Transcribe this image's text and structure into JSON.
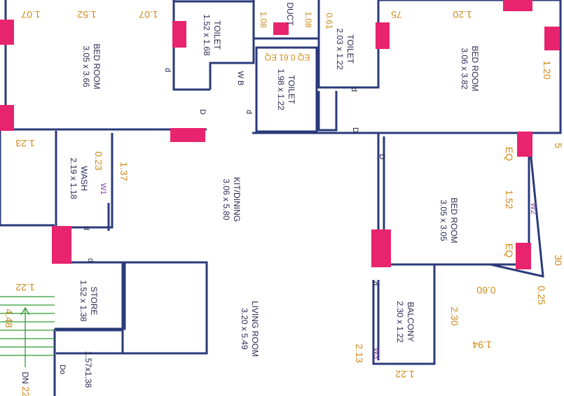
{
  "rooms": {
    "bedroom_left": {
      "name": "BED ROOM",
      "size": "3.05 x 3.66"
    },
    "toilet_1": {
      "name": "TOILET",
      "size": "1.52 x 1.68"
    },
    "toilet_2": {
      "name": "TOILET",
      "size": "1.98 x 1.22"
    },
    "toilet_3": {
      "name": "TOILET",
      "size": "2.03 x 1.22"
    },
    "bedroom_right": {
      "name": "BED ROOM",
      "size": "3.06 x 3.82"
    },
    "wash": {
      "name": "WASH",
      "size": "2.19 x 1.18"
    },
    "kit_dining": {
      "name": "KIT/DINING",
      "size": "3.06 x 5.80"
    },
    "bedroom_mid": {
      "name": "BED ROOM",
      "size": "3.05 x 3.05"
    },
    "store": {
      "name": "STORE",
      "size": "1.52 x 1.38"
    },
    "living": {
      "name": "LIVING ROOM",
      "size": "3.20 x 5.49"
    },
    "balcony": {
      "name": "BALCONY",
      "size": "2.30 x 1.22"
    },
    "stair_bottom": {
      "size": "1.57x1.38"
    }
  },
  "labels": {
    "duct": "DUCT",
    "wb": "W B",
    "dn": "DN",
    "do": "Do"
  },
  "dimensions": {
    "top_1_07a": "1.07",
    "top_1_52": "1.52",
    "top_1_07b": "1.07",
    "duct_1_08a": "1.08",
    "duct_1_08b": "1.08",
    "eq_0_61": "EQ 0.61 EQ",
    "t3_0_61": "0.61",
    "top_75": "75",
    "top_1_20": "1.20",
    "right_1_20": "1.20",
    "left_1_23": "1.23",
    "wash_0_23": "0.23",
    "wash_1_37": "1.37",
    "eq_top": "EQ",
    "eq_bottom": "EQ",
    "bed_1_52": "1.52",
    "left_1_22": "1.22",
    "stair_4_48": "4.48",
    "right_0_60": "0.60",
    "right_0_25": "0.25",
    "right_30": "30",
    "right_5": "5",
    "bal_2_30": "2.30",
    "bot_1_94": "1.94",
    "bot_2_13": "2.13",
    "bot_1_22": "1.22",
    "edge_22": "22"
  },
  "doors": {
    "d": "d",
    "D": "D"
  },
  "windows": {
    "w1": "W1",
    "w2": "W2",
    "w3": "W3"
  },
  "colors": {
    "wall": "#2a3a7a",
    "column": "#e8246e",
    "dimension": "#d08a17",
    "window_label": "#8a3fa0",
    "stair_line": "#2f9a2f"
  }
}
